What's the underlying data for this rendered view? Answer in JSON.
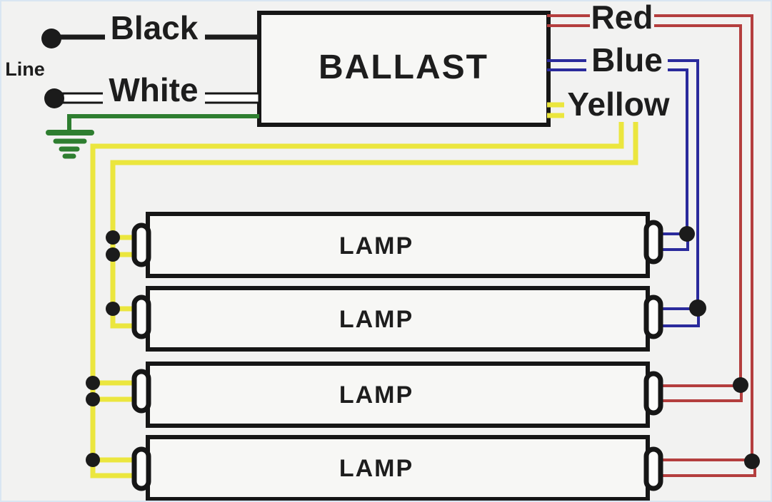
{
  "page": {
    "background": "#f2f2f1",
    "edge_color": "#d9e6f2"
  },
  "colors": {
    "wire_black": "#1b1b1b",
    "wire_white_fill": "#ffffff",
    "wire_green": "#2e7e30",
    "wire_red": "#b43e3e",
    "wire_blue": "#2a2a9c",
    "wire_yellow": "#ebe63e",
    "outline_black": "#161616",
    "box_fill": "#f7f7f5",
    "pin_fill": "#fcfcfb",
    "dot_color": "#1b1b1b",
    "text": "#1d1d1d"
  },
  "labels": {
    "line": "Line",
    "black": "Black",
    "white": "White",
    "ballast": "BALLAST",
    "red": "Red",
    "blue": "Blue",
    "yellow": "Yellow"
  },
  "lamps": [
    {
      "label": "LAMP"
    },
    {
      "label": "LAMP"
    },
    {
      "label": "LAMP"
    },
    {
      "label": "LAMP"
    }
  ]
}
